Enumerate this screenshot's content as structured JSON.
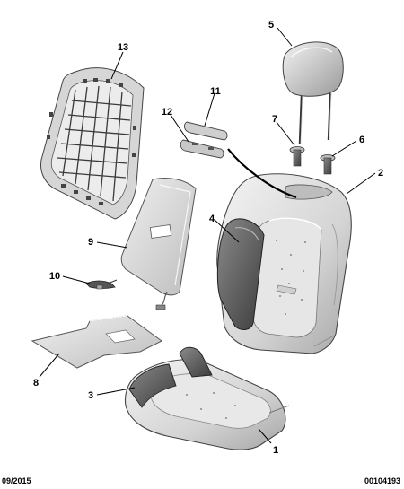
{
  "callouts": {
    "c1": "1",
    "c2": "2",
    "c3": "3",
    "c4": "4",
    "c5": "5",
    "c6": "6",
    "c7": "7",
    "c8": "8",
    "c9": "9",
    "c10": "10",
    "c11": "11",
    "c12": "12",
    "c13": "13"
  },
  "footer": {
    "date": "09/2015",
    "reference": "00104193"
  }
}
